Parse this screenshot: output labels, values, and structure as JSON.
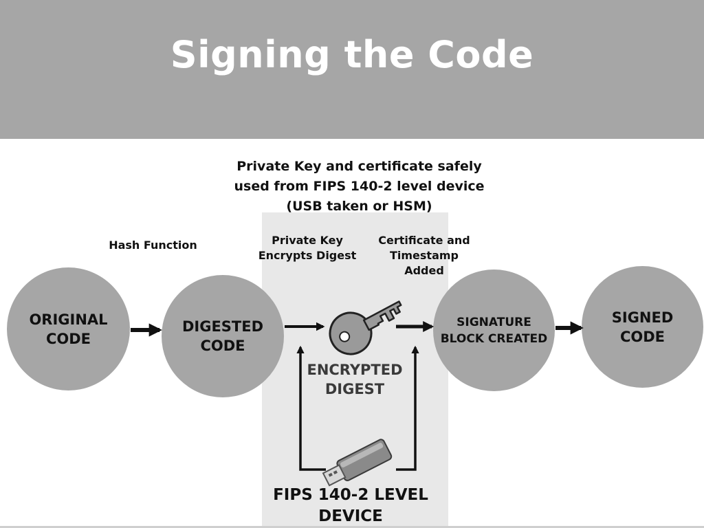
{
  "title": "Signing the Code",
  "top_note": "Private Key and certificate safely used from FIPS 140-2 level device (USB taken or HSM)",
  "labels": {
    "hash_function": "Hash Function",
    "private_key_encrypts": "Private Key Encrypts Digest",
    "certificate_timestamp": "Certificate and Timestamp Added"
  },
  "nodes": {
    "original_code": "ORIGINAL CODE",
    "digested_code": "DIGESTED CODE",
    "encrypted_digest": "ENCRYPTED DIGEST",
    "signature_block": "SIGNATURE BLOCK CREATED",
    "signed_code": "SIGNED CODE",
    "fips_device": "FIPS 140-2 LEVEL DEVICE"
  },
  "icons": {
    "key": "key-icon",
    "usb": "usb-drive-icon"
  },
  "colors": {
    "header_bg": "#a6a6a6",
    "circle_fill": "#a6a6a6",
    "panel_bg": "#e8e8e8",
    "arrow": "#111111"
  }
}
